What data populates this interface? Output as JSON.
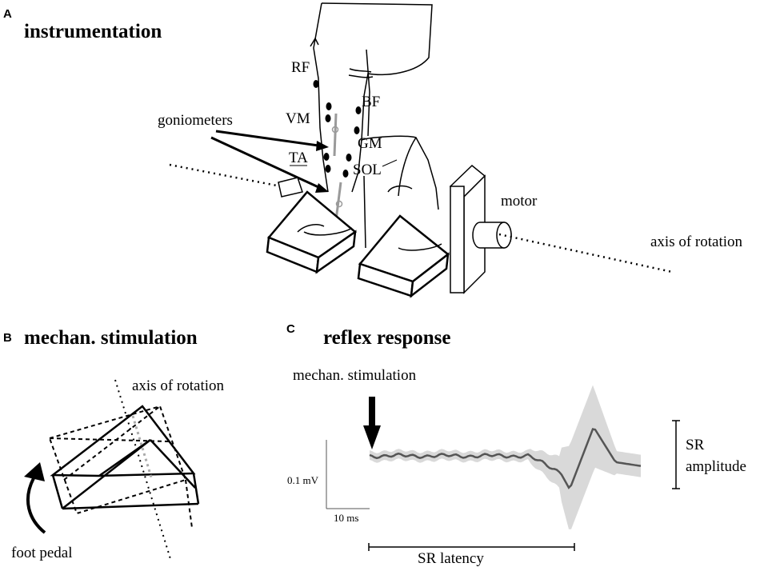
{
  "panel_a": {
    "letter": "A",
    "title": "instrumentation",
    "labels": {
      "rf": "RF",
      "vm": "VM",
      "bf": "BF",
      "gm": "GM",
      "ta": "TA",
      "sol": "SOL",
      "goniometers": "goniometers",
      "motor": "motor",
      "axis": "axis of rotation"
    }
  },
  "panel_b": {
    "letter": "B",
    "title": "mechan. stimulation",
    "axis_label": "axis of rotation",
    "pedal_label": "foot pedal"
  },
  "panel_c": {
    "letter": "C",
    "title": "reflex response",
    "stim_label": "mechan. stimulation",
    "scale_y_label": "0.1 mV",
    "scale_x_label": "10 ms",
    "amplitude_label_1": "SR",
    "amplitude_label_2": "amplitude",
    "latency_label": "SR latency"
  },
  "colors": {
    "trace": "#555555",
    "band": "#d9d9d9",
    "goniometer": "#9a9a9a",
    "ink": "#000000"
  }
}
